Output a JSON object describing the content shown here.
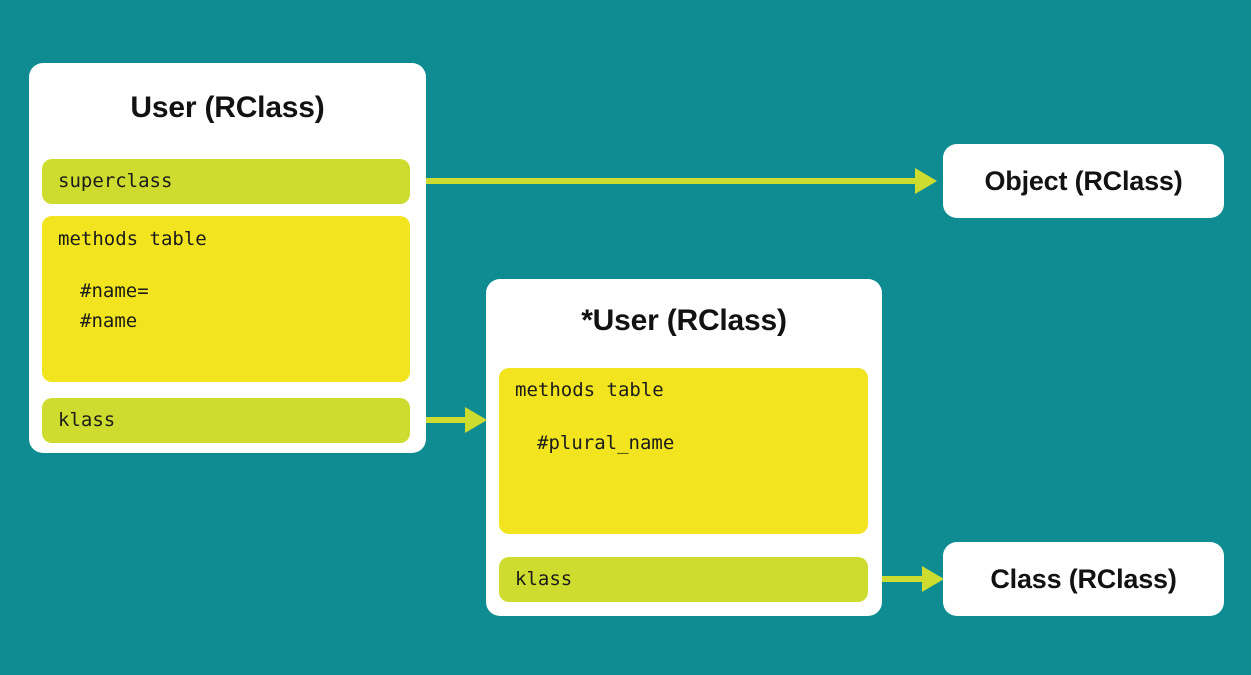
{
  "diagram": {
    "background_color": "#0F8C91",
    "accent_green": "#CDDC2E",
    "accent_yellow": "#F2E51F",
    "card_color": "#FFFFFF",
    "text_color": "#121212"
  },
  "cards": {
    "user_class": {
      "title": "User (RClass)",
      "slots": {
        "superclass": "superclass",
        "methods_table": "methods table",
        "methods": [
          "#name=",
          "#name"
        ],
        "klass": "klass"
      }
    },
    "singleton_user_class": {
      "title": "*User (RClass)",
      "slots": {
        "methods_table": "methods table",
        "methods": [
          "#plural_name"
        ],
        "klass": "klass"
      }
    },
    "object_class": {
      "title": "Object (RClass)"
    },
    "class_class": {
      "title": "Class (RClass)"
    }
  },
  "arrows": [
    {
      "name": "superclass-to-object",
      "from": "User.superclass",
      "to": "Object (RClass)"
    },
    {
      "name": "klass-to-singleton-user",
      "from": "User.klass",
      "to": "*User (RClass)"
    },
    {
      "name": "singleton-klass-to-class",
      "from": "*User.klass",
      "to": "Class (RClass)"
    }
  ]
}
